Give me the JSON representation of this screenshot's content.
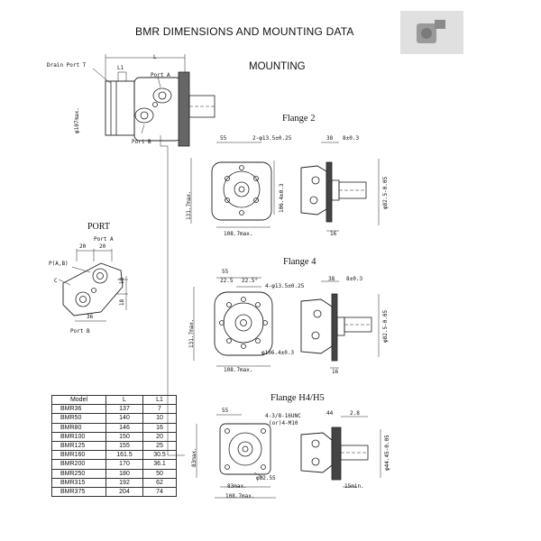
{
  "header": {
    "title": "BMR DIMENSIONS AND  MOUNTING DATA",
    "subtitle": "MOUNTING"
  },
  "motor_view": {
    "length_label": "L",
    "l1_label": "L1",
    "drain_port": "Drain Port T",
    "port_a": "Port A",
    "port_b": "Port B",
    "dia": "φ107max."
  },
  "port_view": {
    "title": "PORT",
    "port_a": "Port A",
    "port_b": "Port B",
    "p_label": "P(A,B)",
    "c_label": "C",
    "d20a": "20",
    "d20b": "20",
    "d18a": "18",
    "d18b": "18",
    "d36": "36"
  },
  "flange2": {
    "label": "Flange  2",
    "d55": "55",
    "holes": "2-φ13.5±0.25",
    "d38": "38",
    "d8": "8±0.3",
    "d131": "131.7max.",
    "d106": "106.4±0.3",
    "d108": "108.7max.",
    "d82": "φ82.5-0.05",
    "d16": "16"
  },
  "flange4": {
    "label": "Flange  4",
    "d55": "55",
    "d225a": "22.5",
    "d225b": "22.5°",
    "holes": "4-φ13.5±0.25",
    "d38": "38",
    "d8": "8±0.3",
    "d131": "131.7max.",
    "d106": "φ106.4±0.3",
    "d108": "108.7max.",
    "d82": "φ82.5-0.05",
    "d16": "16"
  },
  "flangeh": {
    "label": "Flange  H4/H5",
    "d55": "55",
    "holes1": "4-3/8-16UNC",
    "holes2": "(or)4-M10",
    "d44": "44",
    "d28": "2.8",
    "d83a": "83max.",
    "d83b": "83max.",
    "d82": "φ82.55",
    "d108": "108.7max.",
    "d444": "φ44.45-0.05",
    "d15": "15min."
  },
  "model_table": {
    "headers": [
      "Model",
      "L",
      "L1"
    ],
    "rows": [
      [
        "BMR36",
        "137",
        "7"
      ],
      [
        "BMR50",
        "140",
        "10"
      ],
      [
        "BMR80",
        "146",
        "16"
      ],
      [
        "BMR100",
        "150",
        "20"
      ],
      [
        "BMR125",
        "155",
        "25"
      ],
      [
        "BMR160",
        "161.5",
        "30.5"
      ],
      [
        "BMR200",
        "170",
        "36.1"
      ],
      [
        "BMR250",
        "180",
        "50"
      ],
      [
        "BMR315",
        "192",
        "62"
      ],
      [
        "BMR375",
        "204",
        "74"
      ]
    ]
  }
}
